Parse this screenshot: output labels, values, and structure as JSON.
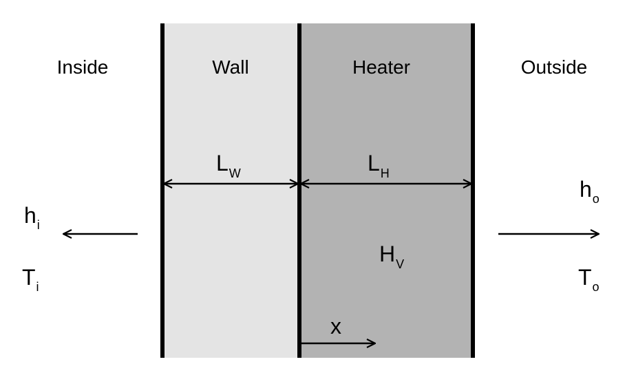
{
  "colors": {
    "wall_fill": "#e4e4e4",
    "heater_fill": "#b3b3b3",
    "line": "#000000",
    "background": "#ffffff"
  },
  "regions": {
    "inside": "Inside",
    "wall": "Wall",
    "heater": "Heater",
    "outside": "Outside"
  },
  "dimensions": {
    "wall_thickness": {
      "symbol": "L",
      "subscript": "W"
    },
    "heater_thickness": {
      "symbol": "L",
      "subscript": "H"
    }
  },
  "heater_source": {
    "symbol": "H",
    "subscript": "V"
  },
  "inside_conditions": {
    "h": {
      "symbol": "h",
      "subscript": "i"
    },
    "T": {
      "symbol": "T",
      "subscript": "i"
    }
  },
  "outside_conditions": {
    "h": {
      "symbol": "h",
      "subscript": "o"
    },
    "T": {
      "symbol": "T",
      "subscript": "o"
    }
  },
  "coordinate": {
    "label": "x"
  }
}
